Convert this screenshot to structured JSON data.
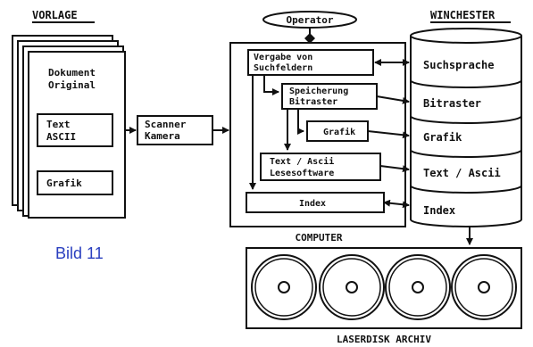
{
  "headings": {
    "vorlage": "VORLAGE",
    "operator": "Operator",
    "winchester": "WINCHESTER",
    "computer": "COMPUTER",
    "laserdisk": "LASERDISK ARCHIV"
  },
  "document": {
    "line1": "Dokument",
    "line2": "Original",
    "text_line1": "Text",
    "text_line2": "ASCII",
    "grafik": "Grafik"
  },
  "scanner": {
    "line1": "Scanner",
    "line2": "Kamera"
  },
  "computer_boxes": {
    "vergabe_line1": "Vergabe von",
    "vergabe_line2": "Suchfeldern",
    "speicherung_line1": "Speicherung",
    "speicherung_line2": "Bitraster",
    "grafik": "Grafik",
    "text_line1": "Text / Ascii",
    "text_line2": "Lesesoftware",
    "index": "Index"
  },
  "winchester_sections": [
    "Suchsprache",
    "Bitraster",
    "Grafik",
    "Text / Ascii",
    "Index"
  ],
  "caption": "Bild 11",
  "colors": {
    "ink": "#111111",
    "caption": "#2a3fbf"
  }
}
